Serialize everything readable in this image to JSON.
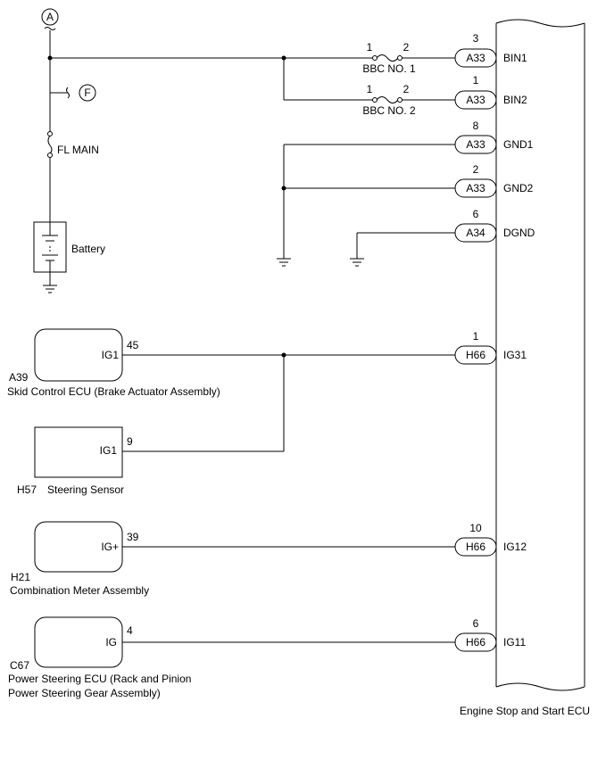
{
  "connectors": {
    "a": "A",
    "f": "F"
  },
  "power": {
    "fl_main": "FL MAIN",
    "battery": "Battery"
  },
  "fuses": [
    {
      "pin_left": "1",
      "pin_right": "2",
      "label": "BBC NO. 1"
    },
    {
      "pin_left": "1",
      "pin_right": "2",
      "label": "BBC NO. 2"
    }
  ],
  "ecu_pins": [
    {
      "pin": "3",
      "connector": "A33",
      "terminal": "BIN1"
    },
    {
      "pin": "1",
      "connector": "A33",
      "terminal": "BIN2"
    },
    {
      "pin": "8",
      "connector": "A33",
      "terminal": "GND1"
    },
    {
      "pin": "2",
      "connector": "A33",
      "terminal": "GND2"
    },
    {
      "pin": "6",
      "connector": "A34",
      "terminal": "DGND"
    },
    {
      "pin": "1",
      "connector": "H66",
      "terminal": "IG31"
    },
    {
      "pin": "10",
      "connector": "H66",
      "terminal": "IG12"
    },
    {
      "pin": "6",
      "connector": "H66",
      "terminal": "IG11"
    }
  ],
  "components": [
    {
      "code": "A39",
      "name": "Skid Control ECU (Brake Actuator Assembly)",
      "terminal": "IG1",
      "pin": "45"
    },
    {
      "code": "H57",
      "name": "Steering Sensor",
      "terminal": "IG1",
      "pin": "9"
    },
    {
      "code": "H21",
      "name": "Combination Meter Assembly",
      "terminal": "IG+",
      "pin": "39"
    },
    {
      "code": "C67",
      "name_line1": "Power Steering ECU (Rack and Pinion",
      "name_line2": "Power Steering Gear Assembly)",
      "terminal": "IG",
      "pin": "4"
    }
  ],
  "ecu": {
    "name": "Engine Stop and Start ECU"
  }
}
